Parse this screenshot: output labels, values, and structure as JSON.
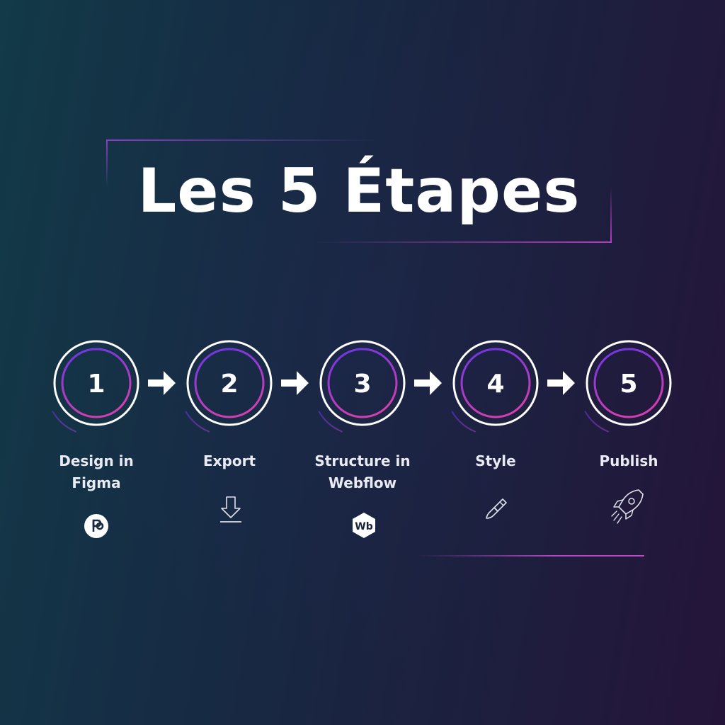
{
  "title": "Les 5 Étapes",
  "steps": [
    {
      "number": "1",
      "label": "Design in Figma",
      "icon": "figma-icon"
    },
    {
      "number": "2",
      "label": "Export",
      "icon": "download-icon"
    },
    {
      "number": "3",
      "label": "Structure in Webflow",
      "icon": "webflow-icon"
    },
    {
      "number": "4",
      "label": "Style",
      "icon": "brush-icon"
    },
    {
      "number": "5",
      "label": "Publish",
      "icon": "rocket-icon"
    }
  ],
  "webflow_badge": "Wb",
  "colors": {
    "accent_purple": "#7b3fe0",
    "accent_magenta": "#c23fb8",
    "text": "#ffffff"
  }
}
